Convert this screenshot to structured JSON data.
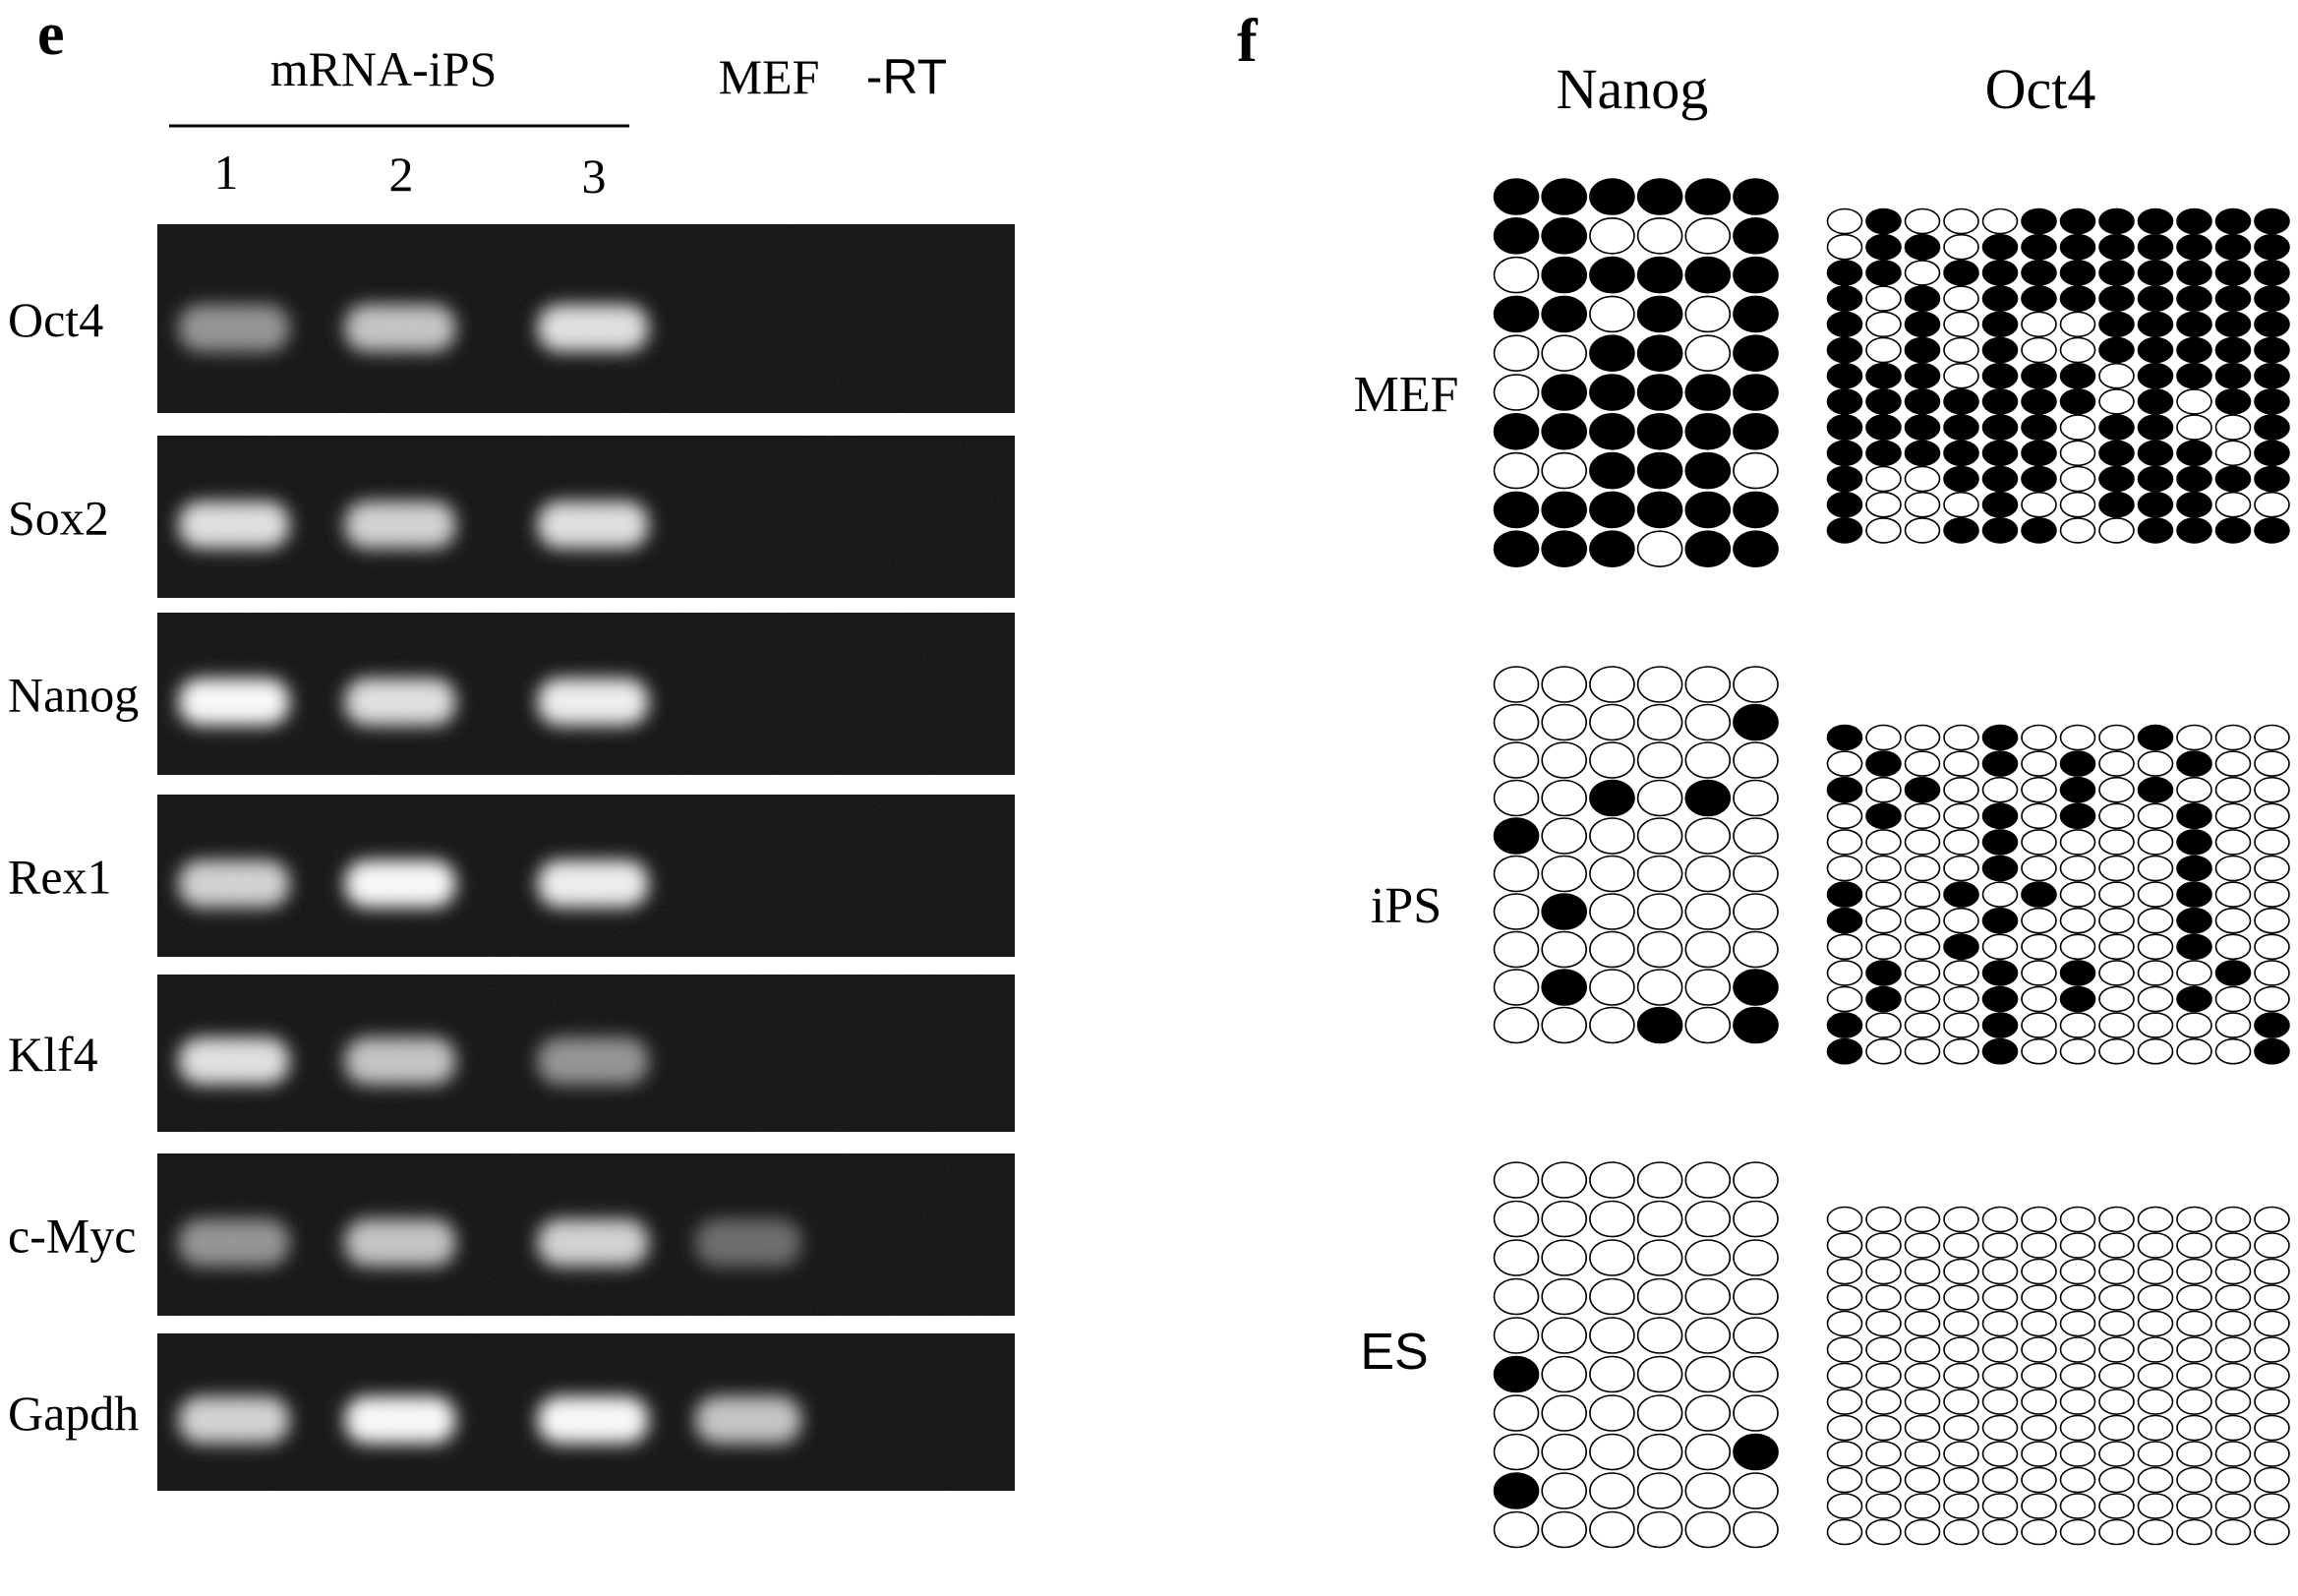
{
  "panel_e": {
    "letter": "e",
    "group_label": "mRNA-iPS",
    "lane_numbers": [
      "1",
      "2",
      "3"
    ],
    "col_mef": "MEF",
    "col_rt": "-RT",
    "genes": [
      {
        "name": "Oct4",
        "bands": [
          0.55,
          0.75,
          0.85,
          0,
          0
        ]
      },
      {
        "name": "Sox2",
        "bands": [
          0.85,
          0.8,
          0.85,
          0,
          0
        ]
      },
      {
        "name": "Nanog",
        "bands": [
          0.95,
          0.85,
          0.9,
          0,
          0
        ]
      },
      {
        "name": "Rex1",
        "bands": [
          0.8,
          0.95,
          0.9,
          0,
          0
        ]
      },
      {
        "name": "Klf4",
        "bands": [
          0.85,
          0.75,
          0.55,
          0,
          0
        ]
      },
      {
        "name": "c-Myc",
        "bands": [
          0.55,
          0.75,
          0.8,
          0.35,
          0
        ]
      },
      {
        "name": "Gapdh",
        "bands": [
          0.8,
          0.95,
          0.95,
          0.75,
          0
        ]
      }
    ]
  },
  "panel_f": {
    "letter": "f",
    "col_headers": [
      "Nanog",
      "Oct4"
    ],
    "row_labels": [
      "MEF",
      "iPS",
      "ES"
    ],
    "grids": {
      "MEF": {
        "Nanog": [
          "111111",
          "110001",
          "011111",
          "110101",
          "001101",
          "011111",
          "111111",
          "001110",
          "111111",
          "111011"
        ],
        "Oct4": [
          "010001111111",
          "011011111111",
          "110111111111",
          "101011111111",
          "101010011111",
          "101010011111",
          "111011101111",
          "111111101011",
          "111111011001",
          "111111011101",
          "100111011111",
          "100010011100",
          "100111001111"
        ]
      },
      "iPS": {
        "Nanog": [
          "000000",
          "000001",
          "000000",
          "001010",
          "100000",
          "000000",
          "010000",
          "000000",
          "010001",
          "000101"
        ],
        "Oct4": [
          "100010001000",
          "010010100100",
          "101000101000",
          "010010100100",
          "000010000100",
          "000010000100",
          "100101000100",
          "100010000100",
          "000100000100",
          "010010100010",
          "010010100100",
          "100010000001",
          "100010000001"
        ]
      },
      "ES": {
        "Nanog": [
          "000000",
          "000000",
          "000000",
          "000000",
          "000000",
          "100000",
          "000000",
          "000001",
          "100000",
          "000000"
        ],
        "Oct4": [
          "000000000000",
          "000000000000",
          "000000000000",
          "000000000000",
          "000000000000",
          "000000000000",
          "000000000000",
          "000000000000",
          "000000000000",
          "000000000000",
          "000000000000",
          "000000000000",
          "000000000000"
        ]
      }
    }
  }
}
